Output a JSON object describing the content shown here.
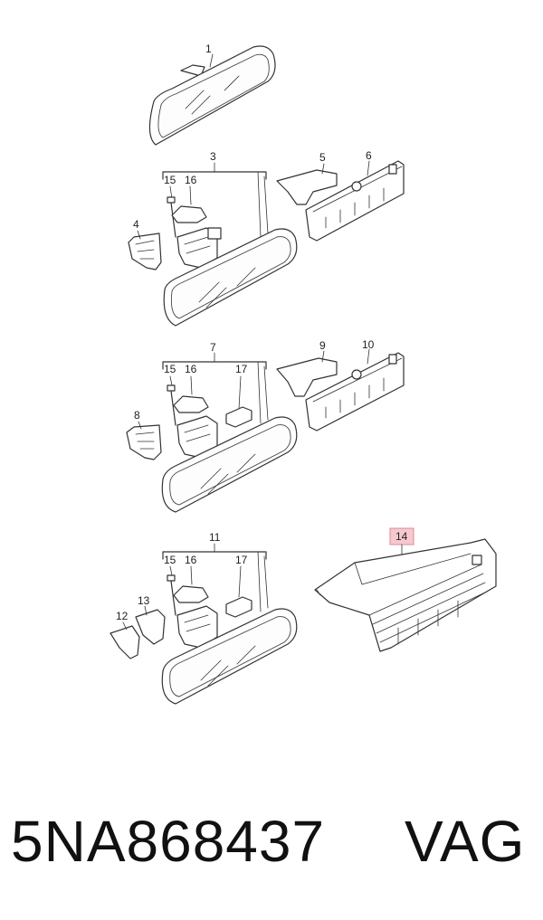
{
  "callouts": {
    "c1": "1",
    "c3": "3",
    "c4": "4",
    "c5": "5",
    "c6": "6",
    "c7": "7",
    "c8": "8",
    "c9": "9",
    "c10": "10",
    "c11": "11",
    "c12": "12",
    "c13": "13",
    "c14": "14",
    "c15a": "15",
    "c16a": "16",
    "c15b": "15",
    "c16b": "16",
    "c17b": "17",
    "c15c": "15",
    "c16c": "16",
    "c17c": "17"
  },
  "highlight_color": "#f6c9cf",
  "footer": {
    "part_number": "5NA868437",
    "brand": "VAG"
  }
}
